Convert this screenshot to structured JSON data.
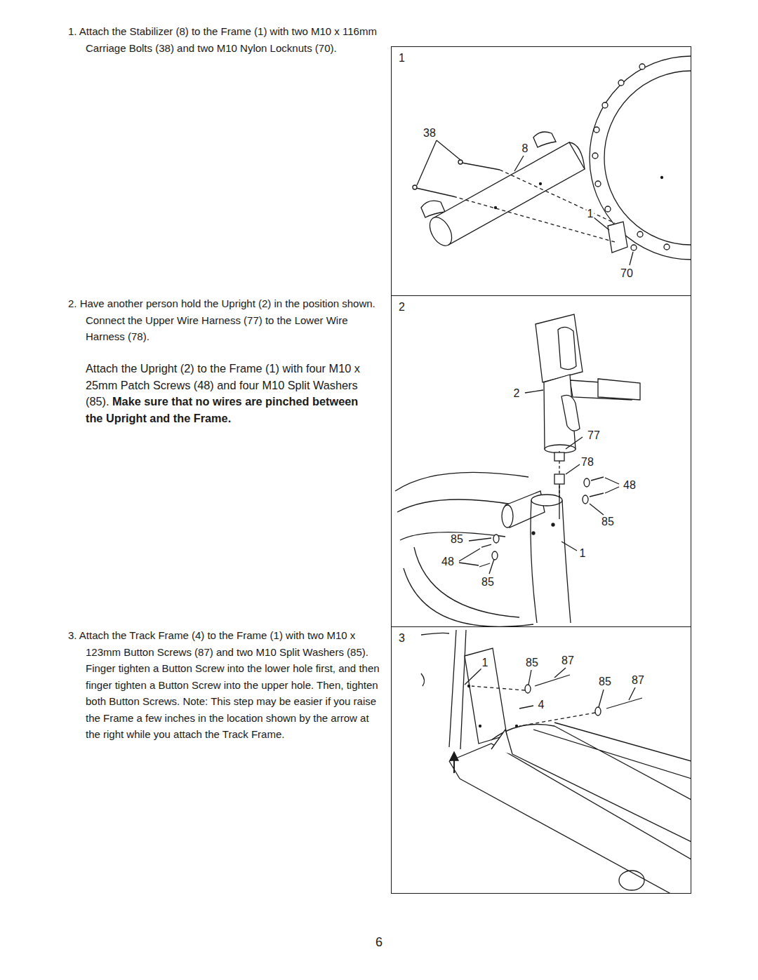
{
  "diagram": {
    "nodes": [
      {
        "text": [
          "1"
        ]
      },
      {
        "text": [
          "2"
        ]
      },
      {
        "text": [
          "3"
        ]
      }
    ],
    "labels": [
      "1. Attach the Stabilizer (8) to the Frame (1) with two M10 x 116mm Carriage Bolts (38) and two M10 Nylon Locknuts (70).",
      "2. Have another person hold the Upright (2) in the position shown. Connect the Upper Wire Harness (77) to the Lower Wire Harness (78).",
      "Attach the Upright (2) to the Frame (1) with four M10 x 25mm Patch Screws (48) and four M10 Split Washers (85).",
      "Make sure that no wires are pinched between the Upright and the Frame.",
      "3. Attach the Track Frame (4) to the Frame (1) with two M10 x 123mm Button Screws (87) and two M10 Split Washers (85). Finger tighten a Button Screw into the lower hole first, and then finger tighten a Button Screw into the upper hole. Then, tighten both Button Screws. Note: This step may be easier if you raise the Frame a few inches in the location shown by the arrow at the right while you attach the Track Frame.",
      "38",
      "8",
      "1",
      "70",
      "2",
      "77",
      "78",
      "48",
      "85",
      "85",
      "48",
      "85",
      "1",
      "1",
      "85",
      "87",
      "85",
      "87",
      "4",
      "6"
    ]
  }
}
